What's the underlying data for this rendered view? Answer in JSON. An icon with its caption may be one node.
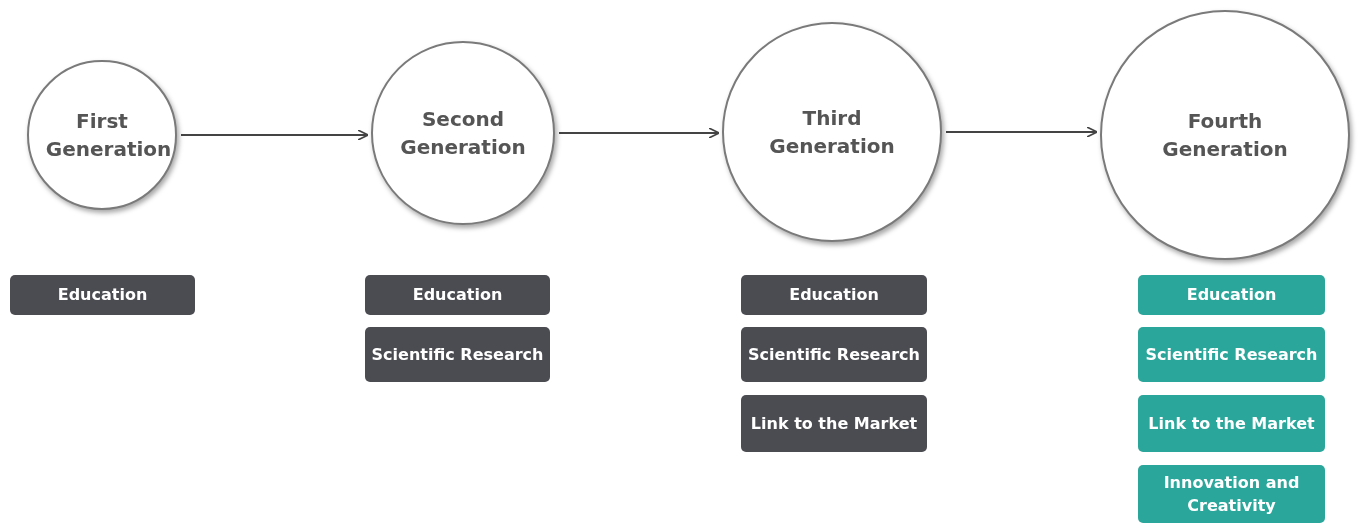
{
  "diagram": {
    "nodes": [
      {
        "text": [
          "First Generation"
        ]
      },
      {
        "text": [
          "Second Generation"
        ]
      },
      {
        "text": [
          "Third Generation"
        ]
      },
      {
        "text": [
          "Fourth Generation"
        ]
      },
      {
        "text": [
          "Education"
        ]
      },
      {
        "text": [
          "Education"
        ]
      },
      {
        "text": [
          "Scientific Research"
        ]
      },
      {
        "text": [
          "Education"
        ]
      },
      {
        "text": [
          "Scientific Research"
        ]
      },
      {
        "text": [
          "Link to the Market"
        ]
      },
      {
        "text": [
          "Education"
        ]
      },
      {
        "text": [
          "Scientific Research"
        ]
      },
      {
        "text": [
          "Link to the Market"
        ]
      },
      {
        "text": [
          "Innovation and Creativity"
        ]
      }
    ],
    "edges": [
      {
        "from": 0,
        "to": 1,
        "arrow": "to"
      },
      {
        "from": 1,
        "to": 2,
        "arrow": "to"
      },
      {
        "from": 2,
        "to": 3,
        "arrow": "to"
      }
    ]
  }
}
